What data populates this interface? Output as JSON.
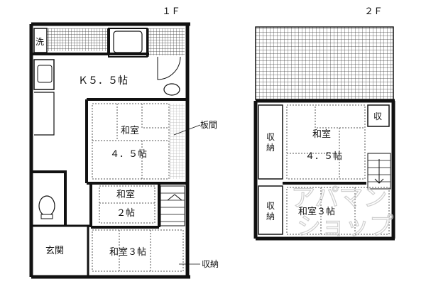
{
  "floors": {
    "first": {
      "label": "１Ｆ",
      "rooms": {
        "washroom": "洗",
        "kitchen": "Ｋ５．５帖",
        "washitsu_45_name": "和室",
        "washitsu_45_size": "４．５帖",
        "washitsu_2_name": "和室",
        "washitsu_2_size": "２帖",
        "entrance": "玄関",
        "washitsu_3": "和室３帖"
      },
      "callouts": {
        "itama": "板間",
        "shuno": "収納"
      }
    },
    "second": {
      "label": "２Ｆ",
      "rooms": {
        "washitsu_45_name": "和室",
        "washitsu_45_size": "４．５帖",
        "washitsu_3": "和室３帖",
        "storage_top": "収",
        "closet_1_a": "収",
        "closet_1_b": "納",
        "closet_2_a": "収",
        "closet_2_b": "納"
      }
    }
  },
  "watermark": {
    "line1": "アパマン",
    "line2": "ショップ"
  },
  "colors": {
    "wall": "#111111",
    "grid": "#333333",
    "dash": "#555555",
    "watermark": "#cfcfcf"
  }
}
